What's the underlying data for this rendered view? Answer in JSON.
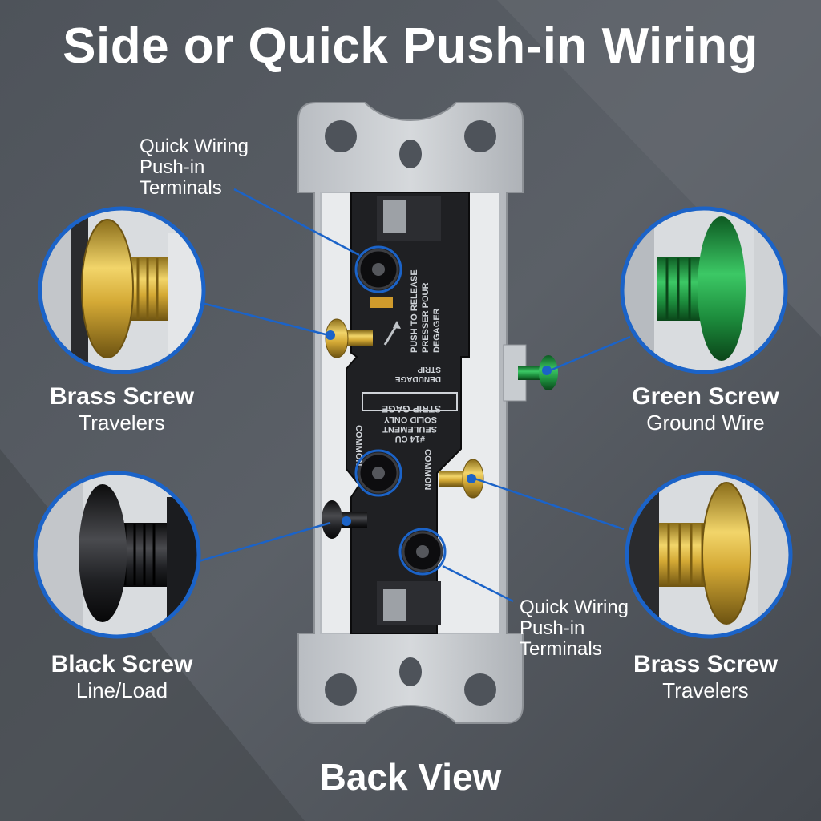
{
  "title": "Side or Quick Push-in Wiring",
  "footer": "Back View",
  "callouts": {
    "top": [
      "Quick Wiring",
      "Push-in",
      "Terminals"
    ],
    "bottom": [
      "Quick Wiring",
      "Push-in",
      "Terminals"
    ]
  },
  "labels": {
    "brass_left": {
      "title": "Brass Screw",
      "sub": "Travelers"
    },
    "black_left": {
      "title": "Black Screw",
      "sub": "Line/Load"
    },
    "green_right": {
      "title": "Green Screw",
      "sub": "Ground Wire"
    },
    "brass_right": {
      "title": "Brass Screw",
      "sub": "Travelers"
    }
  },
  "device_text": {
    "push_release": [
      "PUSH TO RELEASE",
      "PRESSER POUR",
      "DEGAGER"
    ],
    "strip": [
      "STRIP",
      "DENUDAGE"
    ],
    "gage": [
      "STRIP GAGE",
      "SOLID ONLY",
      "SEULEMENT",
      "#14 CU"
    ],
    "common_left": "COMMON",
    "common_right": "COMMON"
  },
  "colors": {
    "background": "#555a61",
    "callout_line": "#1b63c8",
    "brass": "#d7b13a",
    "green": "#1f9a3a",
    "black_screw": "#1c1c1e"
  }
}
